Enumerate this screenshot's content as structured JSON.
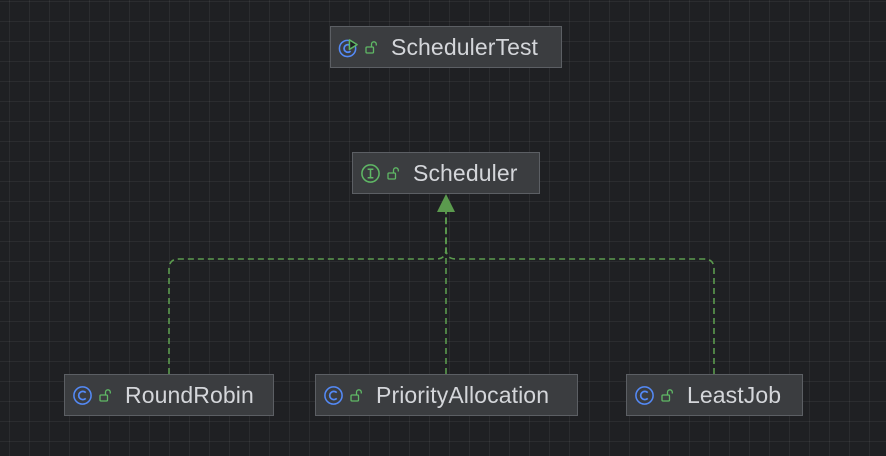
{
  "diagram": {
    "nodes": [
      {
        "id": "scheduler_test",
        "label": "SchedulerTest",
        "kind": "test-class-icon",
        "visibility": "public-lock-icon"
      },
      {
        "id": "scheduler",
        "label": "Scheduler",
        "kind": "interface-icon",
        "visibility": "public-lock-icon"
      },
      {
        "id": "round_robin",
        "label": "RoundRobin",
        "kind": "class-icon",
        "visibility": "public-lock-icon"
      },
      {
        "id": "priority_allocation",
        "label": "PriorityAllocation",
        "kind": "class-icon",
        "visibility": "public-lock-icon"
      },
      {
        "id": "least_job",
        "label": "LeastJob",
        "kind": "class-icon",
        "visibility": "public-lock-icon"
      }
    ],
    "edges": [
      {
        "from": "round_robin",
        "to": "scheduler",
        "relation": "implements"
      },
      {
        "from": "priority_allocation",
        "to": "scheduler",
        "relation": "implements"
      },
      {
        "from": "least_job",
        "to": "scheduler",
        "relation": "implements"
      }
    ],
    "colors": {
      "background": "#1f2023",
      "node_fill": "#3b3d40",
      "node_border": "#5c5f64",
      "label": "#d4d6da",
      "class_icon": "#548af7",
      "interface_icon": "#5fb865",
      "test_icon": "#5fb865",
      "lock_icon": "#5fb865",
      "edge": "#5b9a4e"
    }
  }
}
